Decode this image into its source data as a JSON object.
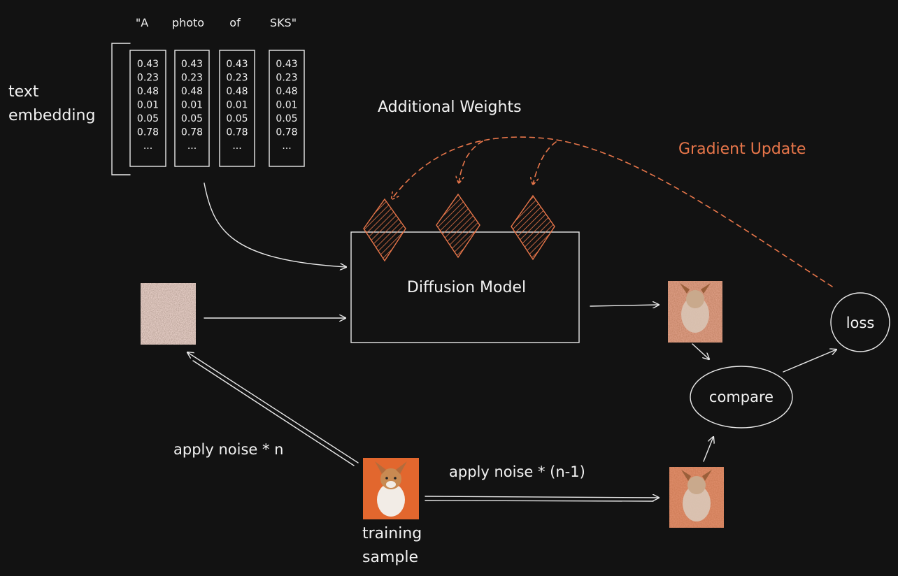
{
  "tokens": [
    "\"A",
    "photo",
    "of",
    "SKS\""
  ],
  "embedding_values": [
    [
      "0.43",
      "0.23",
      "0.48",
      "0.01",
      "0.05",
      "0.78",
      "..."
    ],
    [
      "0.43",
      "0.23",
      "0.48",
      "0.01",
      "0.05",
      "0.78",
      "..."
    ],
    [
      "0.43",
      "0.23",
      "0.48",
      "0.01",
      "0.05",
      "0.78",
      "..."
    ],
    [
      "0.43",
      "0.23",
      "0.48",
      "0.01",
      "0.05",
      "0.78",
      "..."
    ]
  ],
  "text_embedding_label": [
    "text",
    "embedding"
  ],
  "additional_weights_label": "Additional Weights",
  "gradient_update_label": "Gradient Update",
  "model_label": "Diffusion Model",
  "loss_label": "loss",
  "compare_label": "compare",
  "apply_noise_n_label": "apply noise * n",
  "apply_noise_n1_label": "apply noise * (n-1)",
  "training_sample_label": [
    "training",
    "sample"
  ],
  "colors": {
    "background": "#121212",
    "line": "#e9e9e9",
    "accent": "#e8764a"
  }
}
